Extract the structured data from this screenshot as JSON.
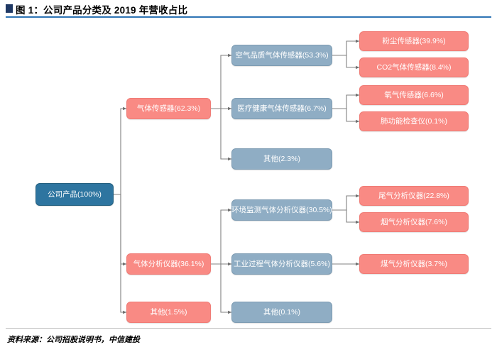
{
  "title": {
    "label": "图 1：公司产品分类及 2019 年营收占比",
    "marker_color": "#1f3864",
    "rule_color": "#2e74b5"
  },
  "footer": {
    "label": "资料来源：公司招股说明书，中信建投"
  },
  "palette": {
    "root": "#2e75a0",
    "level2": "#f98a84",
    "level3": "#8fadc4",
    "level4": "#f98a84",
    "connector": "#808080"
  },
  "diagram": {
    "type": "tree",
    "orientation": "left-to-right",
    "root": {
      "label": "公司产品(100%)",
      "value": 100.0,
      "unit": "%"
    },
    "nodes": [
      {
        "id": "n_root",
        "label": "公司产品(100%)",
        "value": 100.0,
        "level": 1,
        "color": "root"
      },
      {
        "id": "n_gas",
        "label": "气体传感器(62.3%)",
        "value": 62.3,
        "level": 2,
        "color": "pink",
        "parent": "n_root"
      },
      {
        "id": "n_inst",
        "label": "气体分析仪器(36.1%)",
        "value": 36.1,
        "level": 2,
        "color": "pink",
        "parent": "n_root"
      },
      {
        "id": "n_oth1",
        "label": "其他(1.5%)",
        "value": 1.5,
        "level": 2,
        "color": "pink",
        "parent": "n_root"
      },
      {
        "id": "n_air",
        "label": "空气品质气体传感器(53.3%)",
        "value": 53.3,
        "level": 3,
        "color": "blue",
        "parent": "n_gas"
      },
      {
        "id": "n_med",
        "label": "医疗健康气体传感器(6.7%)",
        "value": 6.7,
        "level": 3,
        "color": "blue",
        "parent": "n_gas"
      },
      {
        "id": "n_oth2",
        "label": "其他(2.3%)",
        "value": 2.3,
        "level": 3,
        "color": "blue",
        "parent": "n_gas"
      },
      {
        "id": "n_env",
        "label": "环境监测气体分析仪器(30.5%)",
        "value": 30.5,
        "level": 3,
        "color": "blue",
        "parent": "n_inst"
      },
      {
        "id": "n_ind",
        "label": "工业过程气体分析仪器(5.6%)",
        "value": 5.6,
        "level": 3,
        "color": "blue",
        "parent": "n_inst"
      },
      {
        "id": "n_oth3",
        "label": "其他(0.1%)",
        "value": 0.1,
        "level": 3,
        "color": "blue",
        "parent": "n_inst"
      },
      {
        "id": "n_dust",
        "label": "粉尘传感器(39.9%)",
        "value": 39.9,
        "level": 4,
        "color": "pink",
        "parent": "n_air"
      },
      {
        "id": "n_co2",
        "label": "CO2气体传感器(8.4%)",
        "value": 8.4,
        "level": 4,
        "color": "pink",
        "parent": "n_air"
      },
      {
        "id": "n_o2",
        "label": "氧气传感器(6.6%)",
        "value": 6.6,
        "level": 4,
        "color": "pink",
        "parent": "n_med"
      },
      {
        "id": "n_lung",
        "label": "肺功能检查仪(0.1%)",
        "value": 0.1,
        "level": 4,
        "color": "pink",
        "parent": "n_med"
      },
      {
        "id": "n_exh",
        "label": "尾气分析仪器(22.8%)",
        "value": 22.8,
        "level": 4,
        "color": "pink",
        "parent": "n_env"
      },
      {
        "id": "n_smoke",
        "label": "烟气分析仪器(7.6%)",
        "value": 7.6,
        "level": 4,
        "color": "pink",
        "parent": "n_env"
      },
      {
        "id": "n_coal",
        "label": "煤气分析仪器(3.7%)",
        "value": 3.7,
        "level": 4,
        "color": "pink",
        "parent": "n_ind"
      }
    ]
  }
}
